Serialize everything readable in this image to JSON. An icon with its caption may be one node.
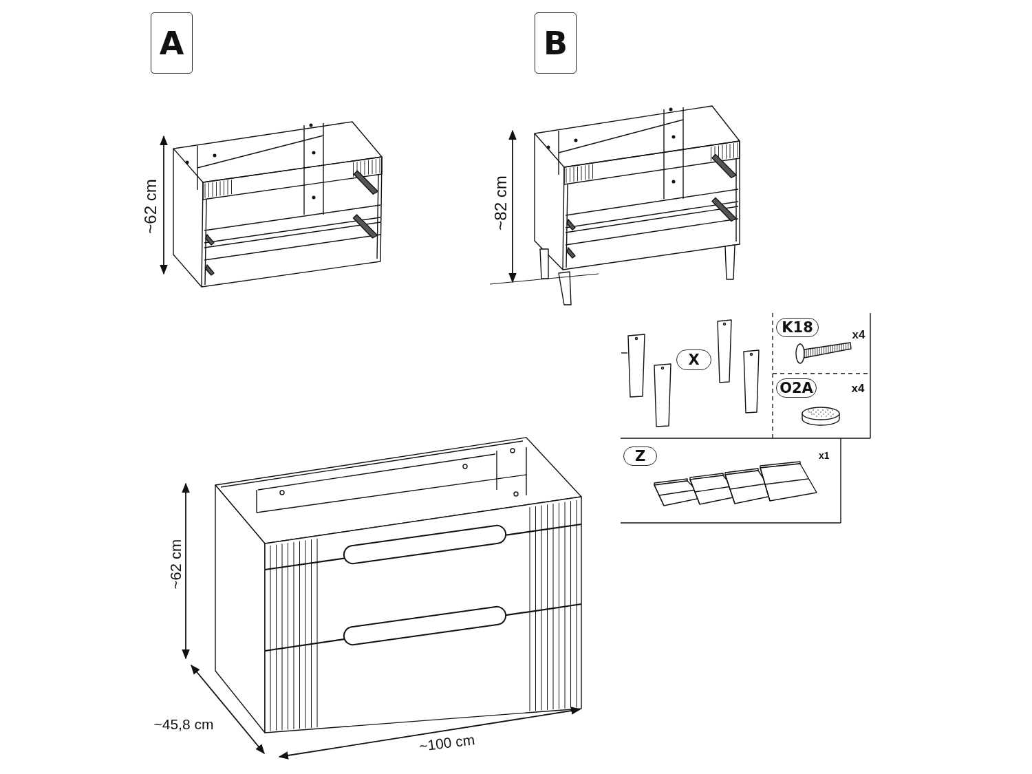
{
  "diagram": {
    "nodes": [
      {
        "text": [
          "A"
        ]
      },
      {
        "text": [
          "B"
        ]
      },
      {
        "text": [
          "X"
        ]
      },
      {
        "text": [
          "K18"
        ]
      },
      {
        "text": [
          "O2A"
        ]
      },
      {
        "text": [
          "Z"
        ]
      }
    ],
    "edges": [],
    "labels": [
      "~62 cm",
      "~82 cm",
      "x4",
      "x4",
      "x1",
      "~62 cm",
      "~45,8 cm",
      "~100 cm"
    ]
  }
}
